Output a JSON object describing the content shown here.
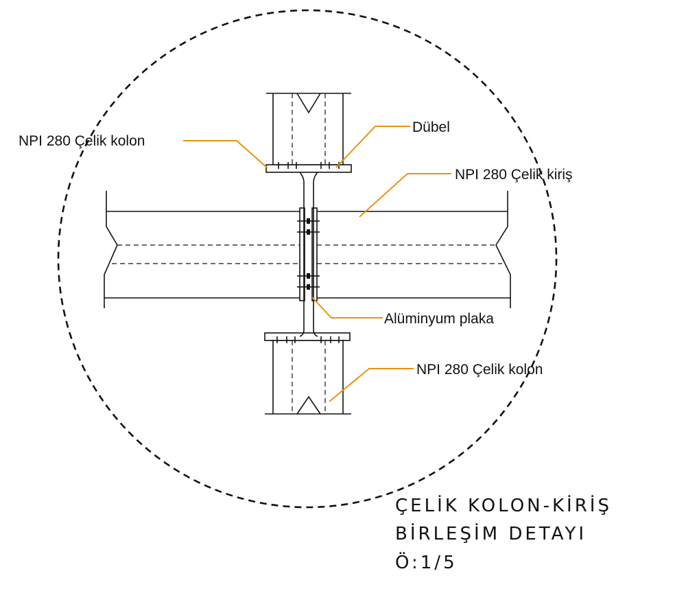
{
  "labels": {
    "upper_column": "NPI 280 Çelik kolon",
    "dowel": "Dübel",
    "beam": "NPI 280 Çelik kiriş",
    "aluminum_plate": "Alüminyum plaka",
    "lower_column": "NPI 280 Çelik kolon"
  },
  "title": {
    "line1": "ÇELİK KOLON-KİRİŞ",
    "line2": "BİRLEŞİM DETAYI",
    "scale": "Ö:1/5"
  },
  "colors": {
    "line": "#111111",
    "leader": "#e8940f",
    "background": "#ffffff"
  }
}
